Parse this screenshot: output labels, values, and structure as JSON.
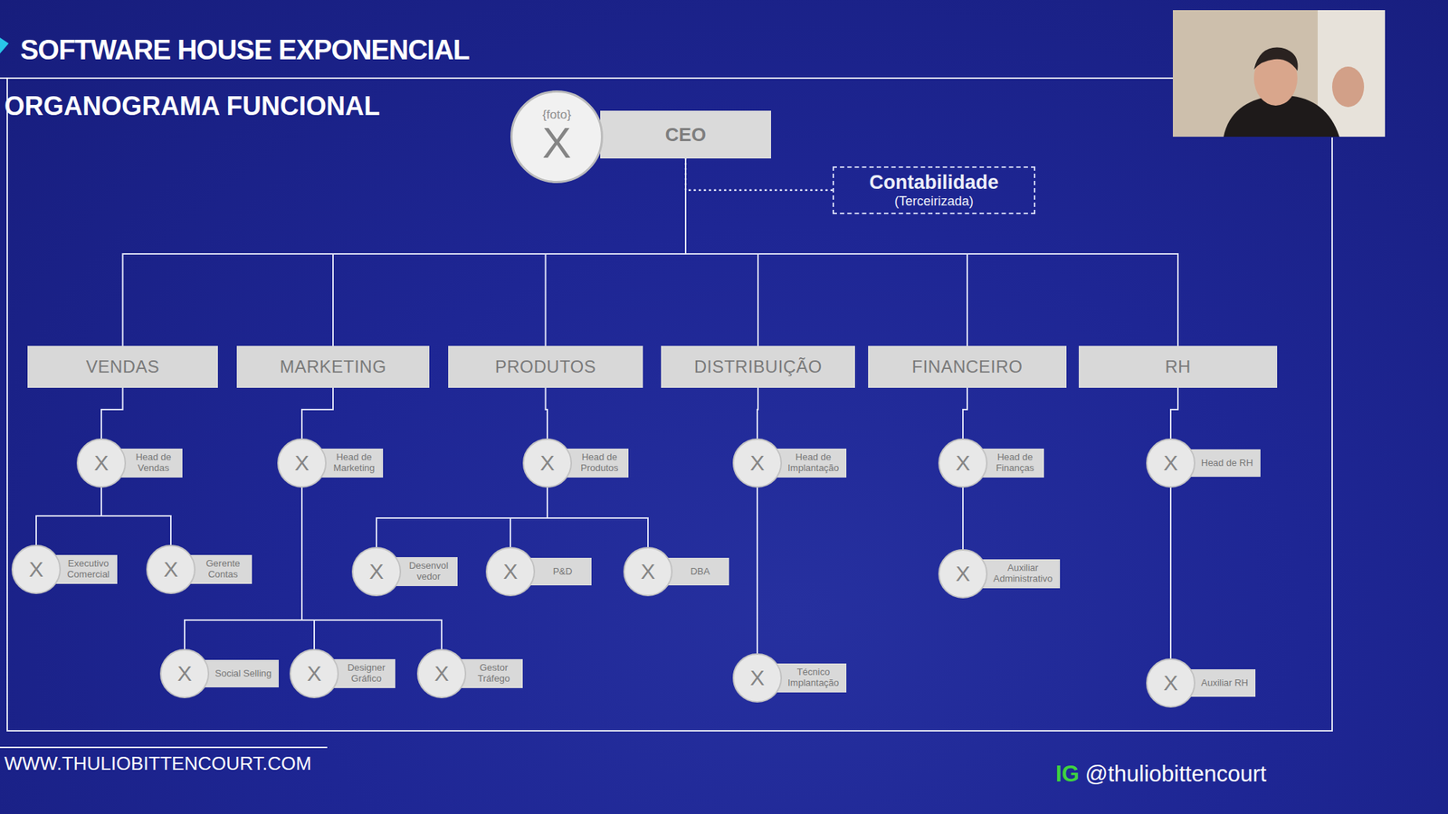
{
  "diagram": {
    "title": "SOFTWARE HOUSE EXPONENCIAL",
    "nodes": [
      {
        "text": [
          "{foto}",
          "X"
        ]
      },
      {
        "text": [
          "CEO"
        ]
      },
      {
        "text": [
          "Contabilidade",
          "(Terceirizada)"
        ]
      },
      {
        "text": [
          "VENDAS"
        ]
      },
      {
        "text": [
          "MARKETING"
        ]
      },
      {
        "text": [
          "PRODUTOS"
        ]
      },
      {
        "text": [
          "DISTRIBUIÇÃO"
        ]
      },
      {
        "text": [
          "FINANCEIRO"
        ]
      },
      {
        "text": [
          "RH"
        ]
      },
      {
        "text": [
          "X"
        ]
      },
      {
        "text": [
          "Head de Vendas"
        ]
      },
      {
        "text": [
          "X"
        ]
      },
      {
        "text": [
          "Head de Marketing"
        ]
      },
      {
        "text": [
          "X"
        ]
      },
      {
        "text": [
          "Head de Produtos"
        ]
      },
      {
        "text": [
          "X"
        ]
      },
      {
        "text": [
          "Head de Implantação"
        ]
      },
      {
        "text": [
          "X"
        ]
      },
      {
        "text": [
          "Head de Finanças"
        ]
      },
      {
        "text": [
          "X"
        ]
      },
      {
        "text": [
          "Head de RH"
        ]
      },
      {
        "text": [
          "X"
        ]
      },
      {
        "text": [
          "Executivo Comercial"
        ]
      },
      {
        "text": [
          "X"
        ]
      },
      {
        "text": [
          "Gerente Contas"
        ]
      },
      {
        "text": [
          "X"
        ]
      },
      {
        "text": [
          "Desenvol vedor"
        ]
      },
      {
        "text": [
          "X"
        ]
      },
      {
        "text": [
          "P&D"
        ]
      },
      {
        "text": [
          "X"
        ]
      },
      {
        "text": [
          "DBA"
        ]
      },
      {
        "text": [
          "X"
        ]
      },
      {
        "text": [
          "Auxiliar Administrativo"
        ]
      },
      {
        "text": [
          "X"
        ]
      },
      {
        "text": [
          "Social Selling"
        ]
      },
      {
        "text": [
          "X"
        ]
      },
      {
        "text": [
          "Designer Gráfico"
        ]
      },
      {
        "text": [
          "X"
        ]
      },
      {
        "text": [
          "Gestor Tráfego"
        ]
      },
      {
        "text": [
          "X"
        ]
      },
      {
        "text": [
          "Técnico Implantação"
        ]
      },
      {
        "text": [
          "X"
        ]
      },
      {
        "text": [
          "Auxiliar RH"
        ]
      }
    ],
    "edges": [
      {
        "from": 1,
        "to": 2,
        "arrow": "none"
      },
      {
        "from": 1,
        "to": 3,
        "arrow": "none"
      },
      {
        "from": 1,
        "to": 4,
        "arrow": "none"
      },
      {
        "from": 1,
        "to": 5,
        "arrow": "none"
      },
      {
        "from": 1,
        "to": 6,
        "arrow": "none"
      },
      {
        "from": 1,
        "to": 7,
        "arrow": "none"
      },
      {
        "from": 1,
        "to": 8,
        "arrow": "none"
      },
      {
        "from": 3,
        "to": 9,
        "arrow": "none"
      },
      {
        "from": 4,
        "to": 11,
        "arrow": "none"
      },
      {
        "from": 5,
        "to": 13,
        "arrow": "none"
      },
      {
        "from": 6,
        "to": 15,
        "arrow": "none"
      },
      {
        "from": 7,
        "to": 17,
        "arrow": "none"
      },
      {
        "from": 8,
        "to": 19,
        "arrow": "none"
      },
      {
        "from": 9,
        "to": 21,
        "arrow": "none"
      },
      {
        "from": 9,
        "to": 23,
        "arrow": "none"
      },
      {
        "from": 11,
        "to": 33,
        "arrow": "none"
      },
      {
        "from": 11,
        "to": 35,
        "arrow": "none"
      },
      {
        "from": 11,
        "to": 37,
        "arrow": "none"
      },
      {
        "from": 13,
        "to": 25,
        "arrow": "none"
      },
      {
        "from": 13,
        "to": 27,
        "arrow": "none"
      },
      {
        "from": 13,
        "to": 29,
        "arrow": "none"
      },
      {
        "from": 15,
        "to": 39,
        "arrow": "none"
      },
      {
        "from": 17,
        "to": 31,
        "arrow": "none"
      },
      {
        "from": 19,
        "to": 41,
        "arrow": "none"
      }
    ],
    "labels": [
      "ORGANOGRAMA FUNCIONAL",
      "WWW.THULIOBITTENCOURT.COM",
      "IG",
      "@thuliobittencourt"
    ]
  }
}
